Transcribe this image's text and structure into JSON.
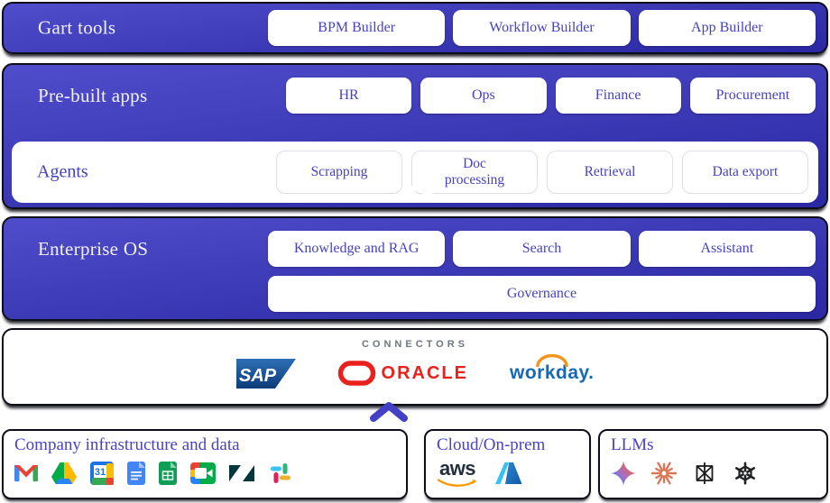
{
  "gart_tools": {
    "label": "Gart tools",
    "buttons": [
      "BPM Builder",
      "Workflow Builder",
      "App Builder"
    ]
  },
  "prebuilt": {
    "label": "Pre-built apps",
    "buttons": [
      "HR",
      "Ops",
      "Finance",
      "Procurement"
    ]
  },
  "agents": {
    "label": "Agents",
    "buttons": [
      "Scrapping",
      "Doc processing",
      "Retrieval",
      "Data export"
    ]
  },
  "enterprise_os": {
    "label": "Enterprise OS",
    "buttons": [
      "Knowledge and RAG",
      "Search",
      "Assistant"
    ],
    "wide_button": "Governance"
  },
  "connectors": {
    "title": "CONNECTORS",
    "sap": "SAP",
    "oracle": "ORACLE",
    "workday": "workday."
  },
  "bottom": {
    "cards": [
      {
        "title": "Company infrastructure and data",
        "icons": [
          "gmail-icon",
          "google-drive-icon",
          "google-calendar-icon",
          "google-docs-icon",
          "google-sheets-icon",
          "google-meet-icon",
          "zendesk-icon",
          "slack-icon"
        ],
        "calendar_day": "31"
      },
      {
        "title": "Cloud/On-prem",
        "aws_text": "aws",
        "icons": [
          "aws-icon",
          "azure-icon"
        ]
      },
      {
        "title": "LLMs",
        "icons": [
          "gemini-icon",
          "claude-icon",
          "perplexity-icon",
          "openai-icon"
        ]
      }
    ]
  },
  "colors": {
    "band_indigo_top": "#4F4DCB",
    "band_indigo_bottom": "#2A27A4",
    "indigo_text": "#4642C0",
    "outline_dark": "#0E0E18",
    "connectors_gray": "#6E7780",
    "oracle_red": "#E8211D",
    "sap_blue": "#10407C",
    "workday_blue": "#1569B5",
    "workday_orange": "#F7941D",
    "aws_dark": "#232F3E",
    "aws_orange": "#FF9900",
    "claude_orange": "#D97757",
    "zendesk_navy": "#03363D"
  }
}
